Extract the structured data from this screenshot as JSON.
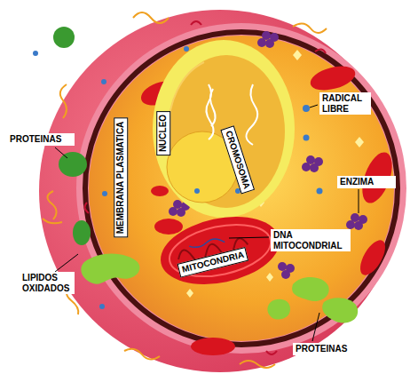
{
  "diagram": {
    "labels": [
      "PROTEINAS",
      "MEMBRANA PLASMATICA",
      "NUCLEO",
      "CROMOSOMA",
      "RADICAL LIBRE",
      "ENZIMA",
      "DNA MITOCONDRIAL",
      "MITOCONDRIA",
      "LIPIDOS OXIDADOS",
      "PROTEINAS"
    ]
  }
}
